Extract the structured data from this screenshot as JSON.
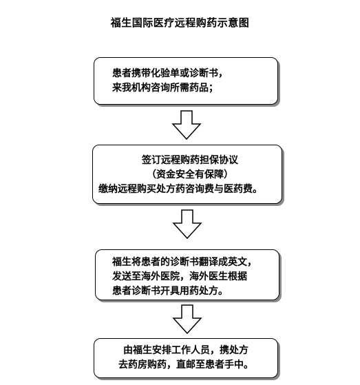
{
  "title": "福生国际医疗远程购药示意图",
  "steps": [
    {
      "lines": [
        "患者携带化验单或诊断书，",
        "来我机构咨询所需药品；"
      ]
    },
    {
      "lines": [
        "签订远程购药担保协议",
        "（资金安全有保障）",
        "缴纳远程购买处方药咨询费与医药费。"
      ]
    },
    {
      "lines": [
        "福生将患者的诊断书翻译成英文，",
        "发送至海外医院，海外医生根据",
        "患者诊断书开具用药处方。"
      ]
    },
    {
      "lines": [
        "由福生安排工作人员，携处方",
        "去药房购药，直邮至患者手中。"
      ]
    }
  ],
  "colors": {
    "border": "#000000",
    "shadow": "#8a8a8a",
    "background": "#ffffff"
  },
  "icons": [
    "down-arrow-icon"
  ]
}
